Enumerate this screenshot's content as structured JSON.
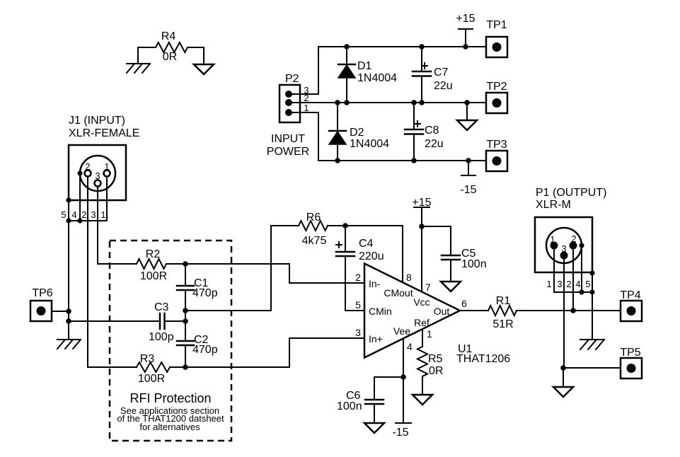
{
  "schematic": {
    "background": "#ffffff",
    "ink": "#000000"
  },
  "components": {
    "r1": {
      "ref": "R1",
      "value": "51R"
    },
    "r2": {
      "ref": "R2",
      "value": "100R"
    },
    "r3": {
      "ref": "R3",
      "value": "100R"
    },
    "r4": {
      "ref": "R4",
      "value": "0R"
    },
    "r5": {
      "ref": "R5",
      "value": "0R"
    },
    "r6": {
      "ref": "R6",
      "value": "4k75"
    },
    "c1": {
      "ref": "C1",
      "value": "470p"
    },
    "c2": {
      "ref": "C2",
      "value": "470p"
    },
    "c3": {
      "ref": "C3",
      "value": "100p"
    },
    "c4": {
      "ref": "C4",
      "value": "220u"
    },
    "c5": {
      "ref": "C5",
      "value": "100n"
    },
    "c6": {
      "ref": "C6",
      "value": "100n"
    },
    "c7": {
      "ref": "C7",
      "value": "22u"
    },
    "c8": {
      "ref": "C8",
      "value": "22u"
    },
    "d1": {
      "ref": "D1",
      "value": "1N4004"
    },
    "d2": {
      "ref": "D2",
      "value": "1N4004"
    },
    "u1": {
      "ref": "U1",
      "value": "THAT1206"
    }
  },
  "connectors": {
    "j1": {
      "title": "J1 (INPUT)",
      "subtitle": "XLR-FEMALE",
      "pin_numbers": {
        "p1": "1",
        "p2": "2",
        "p3": "3"
      },
      "terminals": [
        "5",
        "4",
        "2",
        "3",
        "1"
      ]
    },
    "p1": {
      "title": "P1 (OUTPUT)",
      "subtitle": "XLR-M",
      "pin_numbers": {
        "p1": "1",
        "p2": "2",
        "p3": "3"
      },
      "terminals": [
        "1",
        "3",
        "2",
        "4",
        "5"
      ]
    },
    "p2": {
      "ref": "P2",
      "label_line1": "INPUT",
      "label_line2": "POWER",
      "terminals": [
        "3",
        "2",
        "1"
      ]
    }
  },
  "test_points": {
    "tp1": "TP1",
    "tp2": "TP2",
    "tp3": "TP3",
    "tp4": "TP4",
    "tp5": "TP5",
    "tp6": "TP6"
  },
  "power_labels": {
    "plus15": "+15",
    "minus15": "-15"
  },
  "opamp": {
    "pins": {
      "in_minus": {
        "number": "2",
        "name": "In-"
      },
      "cmin": {
        "number": "5",
        "name": "CMin"
      },
      "in_plus": {
        "number": "3",
        "name": "In+"
      },
      "cmout": {
        "number": "8",
        "name": "CMout"
      },
      "vcc": {
        "number": "7",
        "name": "Vcc"
      },
      "out": {
        "number": "6",
        "name": "Out"
      },
      "ref": {
        "number": "1",
        "name": "Ref"
      },
      "vee": {
        "number": "4",
        "name": "Vee"
      }
    }
  },
  "rfi_note": {
    "title": "RFI Protection",
    "line1": "See applications section",
    "line2": "of the THAT1200 datsheet",
    "line3": "for alternatives"
  }
}
